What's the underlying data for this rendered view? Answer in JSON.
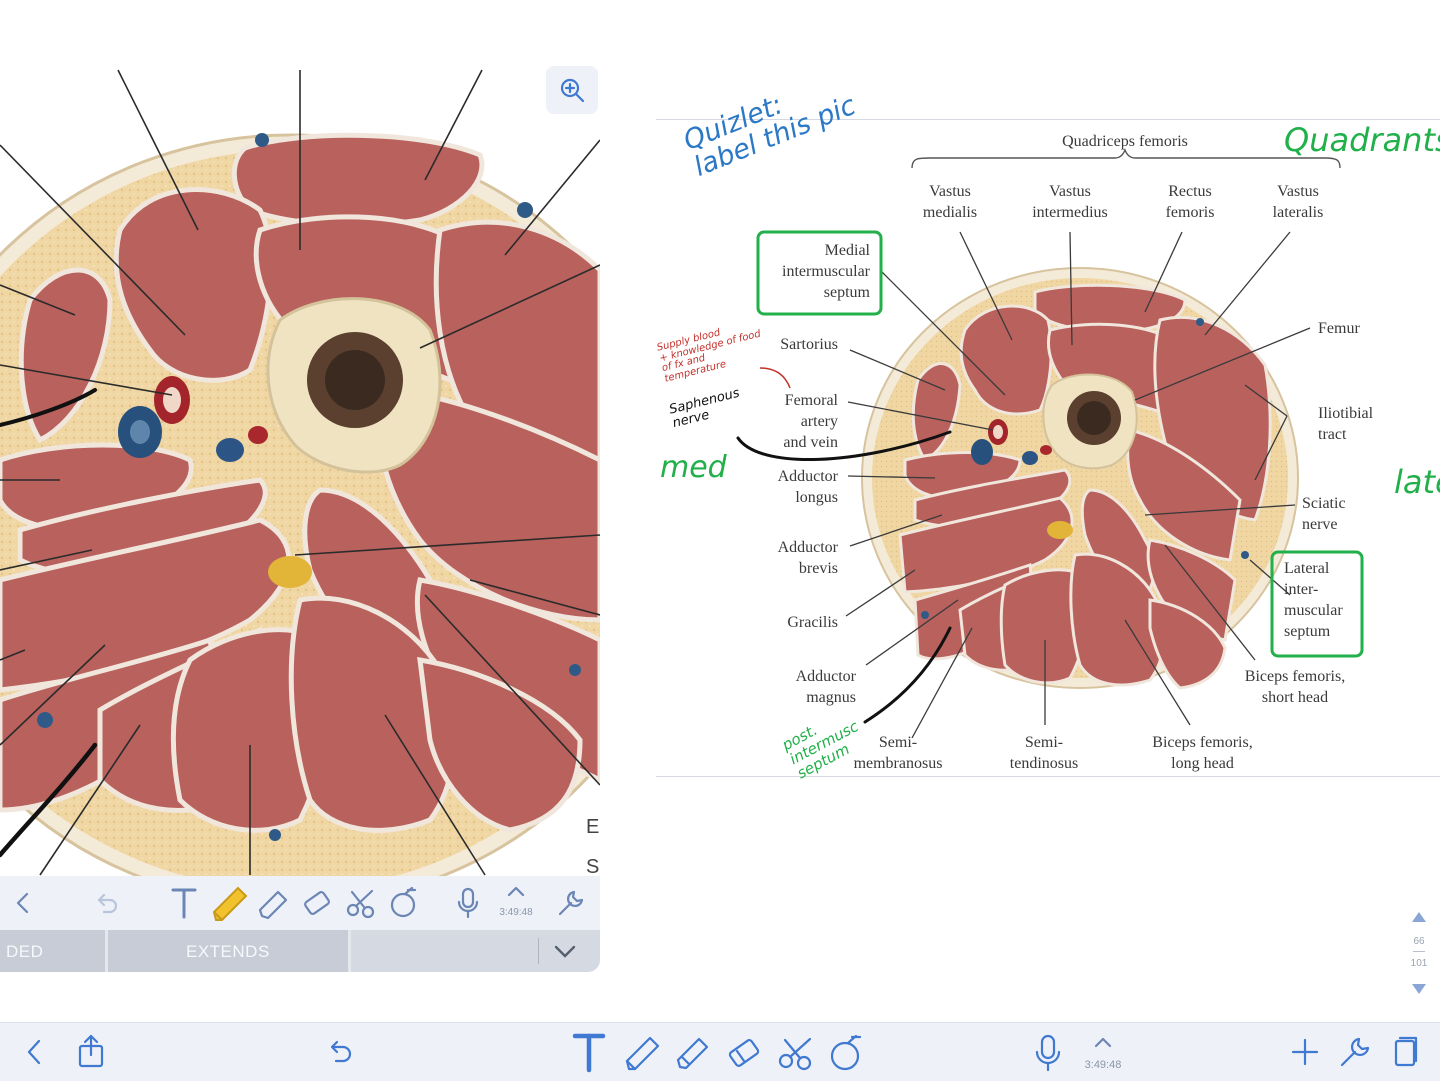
{
  "colors": {
    "toolbar_bg": "#eef1f7",
    "tool_blue": "#3f79d1",
    "highlight_yellow": "#f2c12e",
    "hand_blue": "#2a78c6",
    "hand_green": "#22b04a",
    "hand_red": "#c4302b",
    "muscle": "#b75b58",
    "fat": "#efd8a6"
  },
  "left_panel": {
    "zoom_icon": "zoom-in-icon",
    "toolbar": {
      "back_icon": "chevron-left-icon",
      "undo_icon": "undo-icon",
      "text_tool_icon": "text-tool-icon",
      "pencil_icon": "pencil-icon",
      "highlighter_icon": "highlighter-icon",
      "eraser_icon": "eraser-icon",
      "scissors_icon": "scissors-icon",
      "shapes_icon": "shapes-icon",
      "mic_icon": "microphone-icon",
      "timer": "3:49:48",
      "wrench_icon": "wrench-icon"
    },
    "tabs": [
      "DED",
      "EXTENDS"
    ],
    "partial_text": [
      "E",
      "S"
    ]
  },
  "figure": {
    "group_title": "Quadriceps femoris",
    "labels_top": [
      "Vastus\nmedialis",
      "Vastus\nintermedius",
      "Rectus\nfemoris",
      "Vastus\nlateralis"
    ],
    "labels_left": [
      "Medial\nintermuscular\nseptum",
      "Sartorius",
      "Femoral\nartery\nand vein",
      "Adductor\nlongus",
      "Adductor\nbrevis",
      "Gracilis",
      "Adductor\nmagnus"
    ],
    "labels_right": [
      "Femur",
      "Iliotibial\ntract",
      "Sciatic\nnerve",
      "Lateral\ninter-\nmuscular\nseptum",
      "Biceps femoris,\nshort head"
    ],
    "labels_bottom": [
      "Semi-\nmembranosus",
      "Semi-\ntendinosus",
      "Biceps femoris,\nlong head"
    ]
  },
  "handwriting": {
    "quizlet": "Quizlet:\nlabel this pic",
    "quadrants": "Quadrants",
    "med": "med",
    "late": "late",
    "post": "post.\nintermusc\nseptum",
    "saphenous": "Saphenous\nnerve",
    "red_note": "Supply blood\n+ knowledge of food\nof fx and\ntemperature"
  },
  "page_indicator": {
    "current": "66",
    "total": "101"
  },
  "bottom_toolbar": {
    "back_icon": "chevron-left-icon",
    "share_icon": "share-icon",
    "undo_icon": "undo-icon",
    "text_tool_icon": "text-tool-icon",
    "pencil_icon": "pencil-icon",
    "highlighter_icon": "highlighter-icon",
    "eraser_icon": "eraser-icon",
    "scissors_icon": "scissors-icon",
    "shapes_icon": "shapes-icon",
    "mic_icon": "microphone-icon",
    "timer": "3:49:48",
    "add_icon": "plus-icon",
    "wrench_icon": "wrench-icon",
    "pages_icon": "pages-icon"
  }
}
